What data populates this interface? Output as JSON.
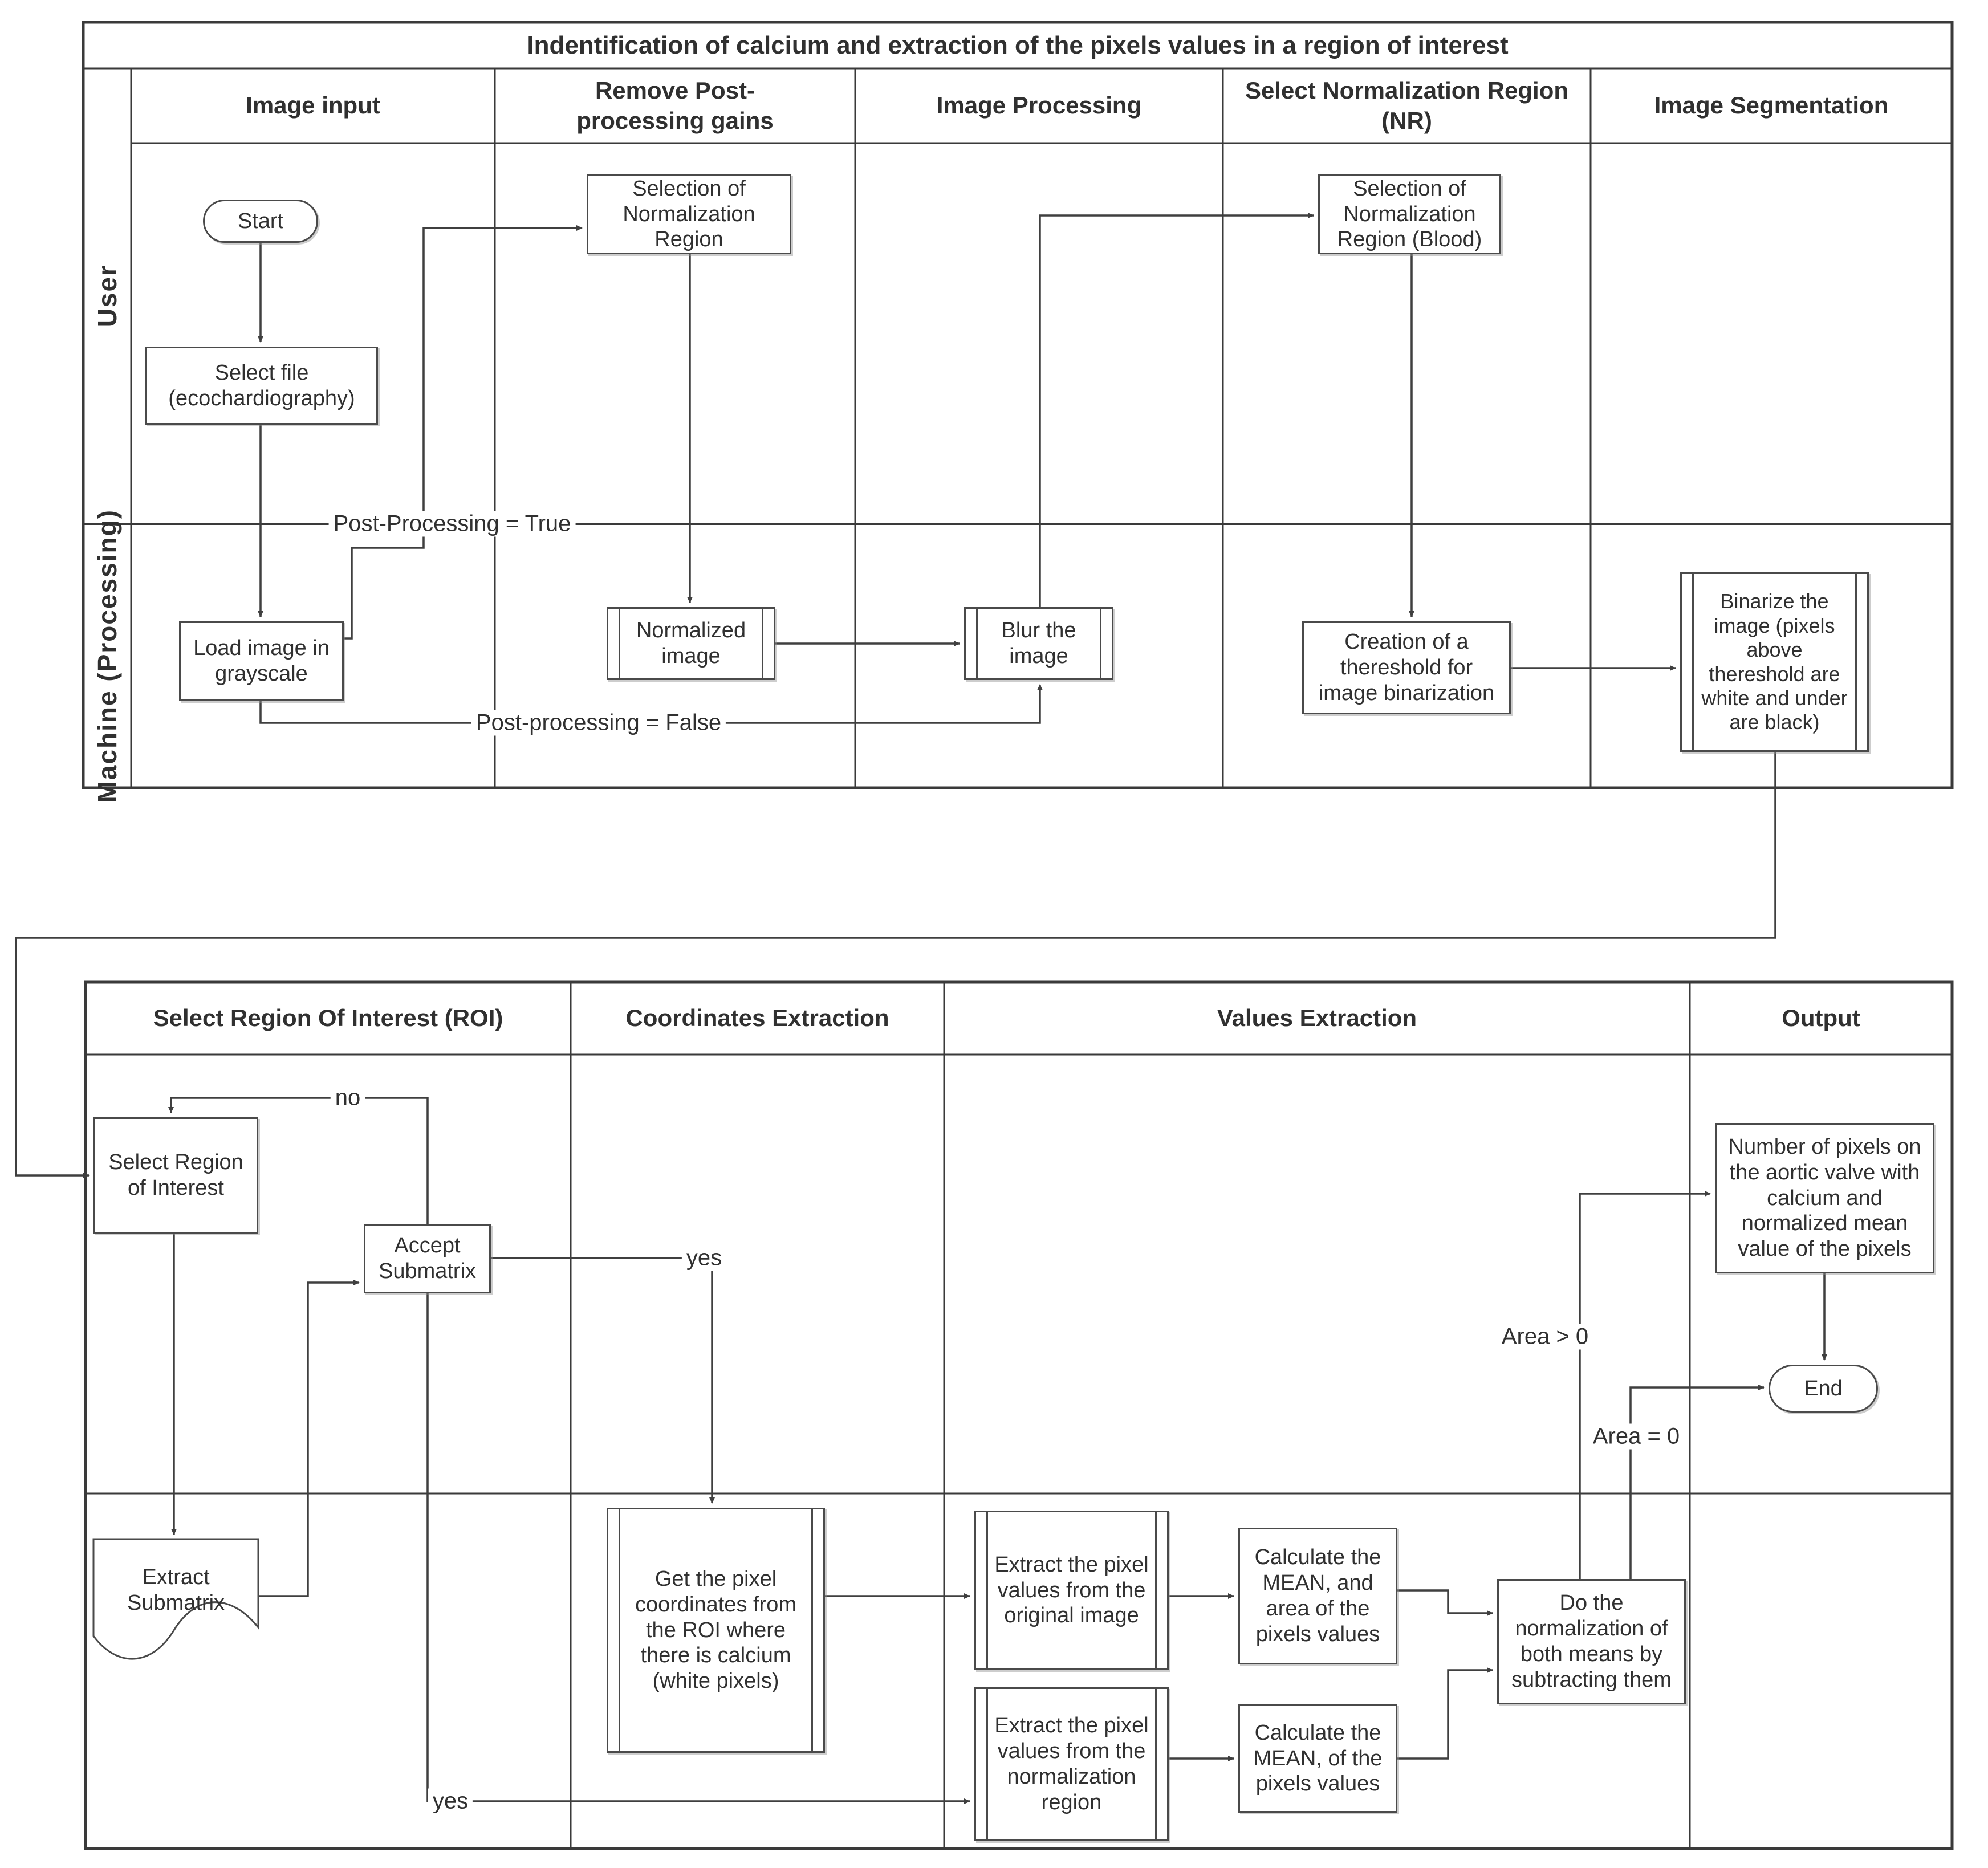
{
  "diagram": {
    "title": "Indentification of calcium and extraction of the pixels values in a region of interest",
    "colors": {
      "line": "#3f3f3f",
      "text": "#303030",
      "background": "#ffffff"
    },
    "section1": {
      "lanes": {
        "user": "User",
        "machine": "Machine (Processing)"
      },
      "columns": {
        "c1": "Image input",
        "c2": "Remove Post-processing gains",
        "c3": "Image Processing",
        "c4": "Select Normalization Region (NR)",
        "c5": "Image Segmentation"
      },
      "nodes": {
        "start": "Start",
        "select_file": "Select file (ecochardiography)",
        "sel_norm": "Selection of Normalization Region",
        "sel_norm_blood": "Selection of Normalization Region (Blood)",
        "load_gray": "Load image in grayscale",
        "normalized": "Normalized image",
        "blur": "Blur the image",
        "threshold": "Creation of a thereshold for image binarization",
        "binarize": "Binarize the image (pixels above thereshold are white and under are black)"
      },
      "edge_labels": {
        "pp_true": "Post-Processing = True",
        "pp_false": "Post-processing = False"
      }
    },
    "section2": {
      "columns": {
        "c1": "Select Region Of Interest (ROI)",
        "c2": "Coordinates Extraction",
        "c3": "Values Extraction",
        "c4": "Output"
      },
      "nodes": {
        "select_roi": "Select Region of Interest",
        "accept_sub": "Accept Submatrix",
        "extract_sub": "Extract Submatrix",
        "get_coords": "Get the pixel coordinates from the ROI where there is calcium (white pixels)",
        "extract_orig": "Extract the pixel values from the original image",
        "calc_mean_area": "Calculate the MEAN, and area of the pixels values",
        "extract_norm": "Extract the pixel values from the normalization region",
        "calc_mean": "Calculate the MEAN, of the pixels values",
        "do_norm": "Do the normalization of both means by subtracting them",
        "output": "Number of pixels on the aortic valve with calcium and normalized mean value of the pixels",
        "end": "End"
      },
      "edge_labels": {
        "no": "no",
        "yes_coords": "yes",
        "yes_norm": "yes",
        "area_gt": "Area > 0",
        "area_eq": "Area = 0"
      }
    }
  }
}
